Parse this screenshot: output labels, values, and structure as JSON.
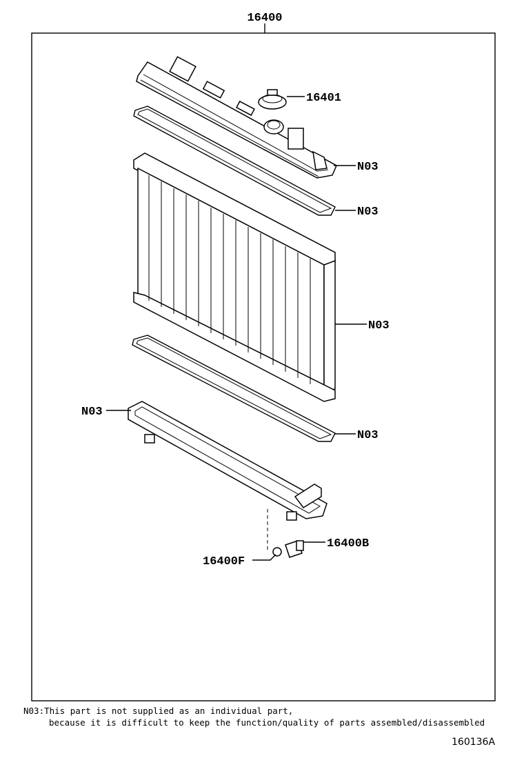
{
  "labels": {
    "assembly": "16400",
    "cap": "16401",
    "upper_tank": "N03",
    "upper_gasket": "N03",
    "core": "N03",
    "lower_gasket": "N03",
    "lower_tank": "N03",
    "drain_cock": "16400B",
    "drain_plug": "16400F"
  },
  "footnote": {
    "code": "N03",
    "line1": ":This part is not supplied as an individual part,",
    "line2": "because it is difficult to keep the function/quality of parts assembled/disassembled"
  },
  "figure_id": "160136A"
}
